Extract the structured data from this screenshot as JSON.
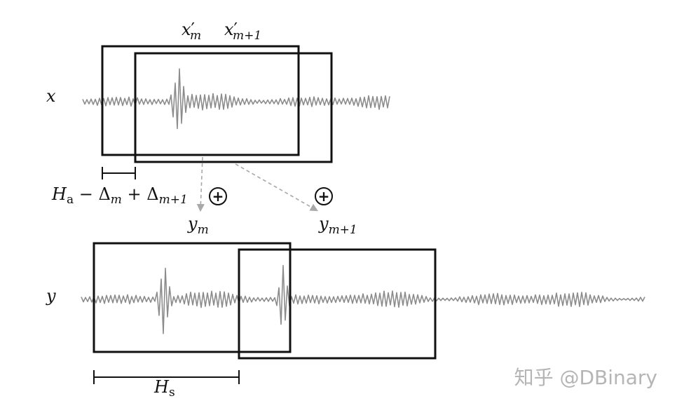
{
  "signals": {
    "input": {
      "label": "x"
    },
    "output": {
      "label": "y"
    }
  },
  "frames": {
    "input_m": {
      "label_base": "x",
      "label_prime": "′",
      "label_sub": "m"
    },
    "input_m1": {
      "label_base": "x",
      "label_prime": "′",
      "label_sub": "m+1"
    },
    "output_m": {
      "label_base": "y",
      "label_sub": "m"
    },
    "output_m1": {
      "label_base": "y",
      "label_sub": "m+1"
    }
  },
  "analysis_hop": {
    "h": "H",
    "h_sub": "a",
    "minus": " − ",
    "delta_m": "Δ",
    "delta_m_sub": "m",
    "plus": " + ",
    "delta_m1": "Δ",
    "delta_m1_sub": "m+1"
  },
  "synthesis_hop": {
    "h": "H",
    "h_sub": "s"
  },
  "add_symbol": "+",
  "watermark": "知乎 @DBinary",
  "colors": {
    "frame": "#111111",
    "waveform": "#8c8c8c",
    "arrow": "#a8a8a8",
    "watermark": "#b5b5b5"
  }
}
